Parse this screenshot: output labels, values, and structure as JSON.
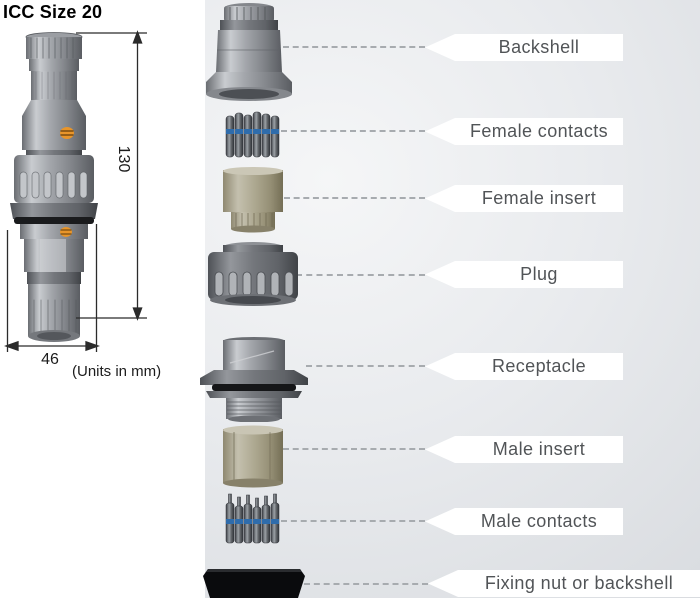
{
  "title": "ICC Size 20",
  "dimension_panel": {
    "height_mm": "130",
    "width_mm": "46",
    "units_note": "(Units in mm)"
  },
  "exploded_view": {
    "parts": [
      {
        "id": "backshell",
        "label": "Backshell"
      },
      {
        "id": "female-contacts",
        "label": "Female contacts"
      },
      {
        "id": "female-insert",
        "label": "Female insert"
      },
      {
        "id": "plug",
        "label": "Plug"
      },
      {
        "id": "receptacle",
        "label": "Receptacle"
      },
      {
        "id": "male-insert",
        "label": "Male insert"
      },
      {
        "id": "male-contacts",
        "label": "Male contacts"
      },
      {
        "id": "fixing-nut",
        "label": "Fixing nut or backshell"
      }
    ]
  },
  "colors": {
    "panel_gradient_light": "#f5f6f7",
    "panel_gradient_dark": "#d8dbdf",
    "callout_background": "#ffffff",
    "label_text": "#515457",
    "leader_line": "#a7abaf",
    "orange_marker": "#e8952a",
    "contact_band_blue": "#2f6cab",
    "insert_tan": "#aba68e",
    "fixing_nut_black": "#0a0b0d",
    "dimension_lines": "#2b2b2b"
  }
}
